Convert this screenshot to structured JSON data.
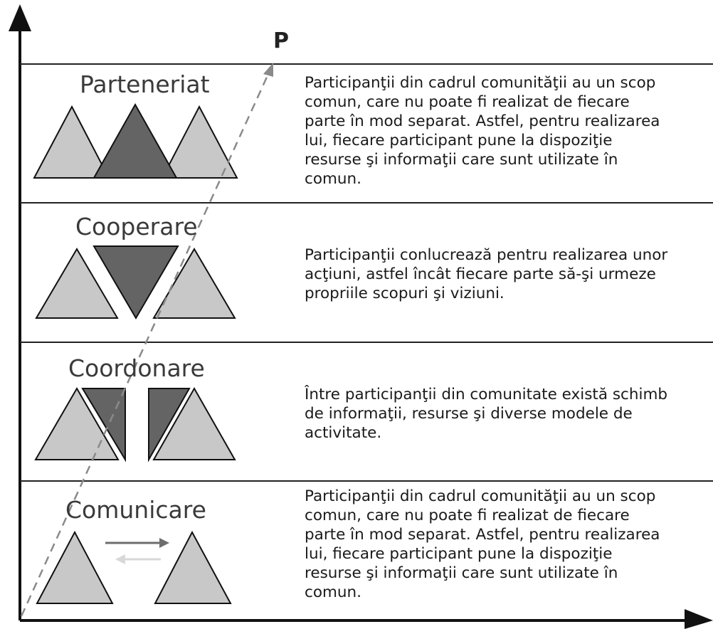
{
  "diagram": {
    "axis_label": "P",
    "colors": {
      "light_triangle": "#c8c8c8",
      "dark_triangle": "#646464",
      "outline": "#111111",
      "arrow_dark": "#6e6e6e",
      "arrow_light": "#d8d8d8",
      "diagonal": "#8a8a8a"
    },
    "levels": [
      {
        "title": "Parteneriat",
        "description": "Participanţii din cadrul comunităţii au un scop\ncomun, care nu poate fi realizat de fiecare\nparte în mod separat. Astfel, pentru realizarea\nlui, fiecare participant pune la dispoziţie\nresurse şi informaţii care sunt utilizate în\ncomun."
      },
      {
        "title": "Cooperare",
        "description": "Participanţii conlucrează pentru realizarea unor\nacţiuni, astfel încât fiecare parte să-şi urmeze\npropriile scopuri şi viziuni."
      },
      {
        "title": "Coordonare",
        "description": "Între participanţii din comunitate există schimb\nde informaţii, resurse şi diverse modele de\nactivitate."
      },
      {
        "title": "Comunicare",
        "description": "Participanţii din cadrul comunităţii au un scop\ncomun, care nu poate fi realizat de fiecare\nparte în mod separat. Astfel, pentru realizarea\nlui, fiecare participant pune la dispoziţie\nresurse şi informaţii care sunt utilizate în\ncomun."
      }
    ]
  }
}
